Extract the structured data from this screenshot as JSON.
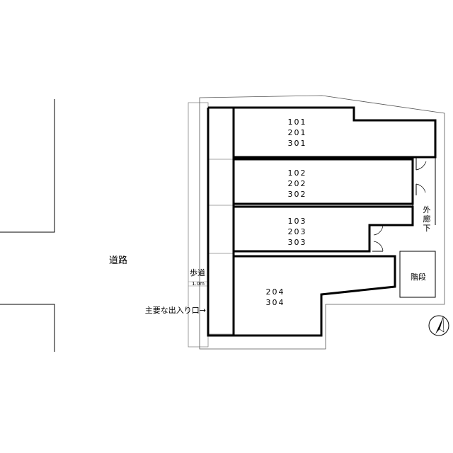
{
  "road": {
    "label": "道路"
  },
  "sidewalk": {
    "label": "歩道",
    "width": "1.0m"
  },
  "entrance": {
    "label": "主要な出入り口→"
  },
  "corridor": {
    "label_lines": [
      "外",
      "廊",
      "下"
    ]
  },
  "stairs": {
    "label": "階段"
  },
  "units": [
    {
      "rooms": [
        "101",
        "201",
        "301"
      ]
    },
    {
      "rooms": [
        "102",
        "202",
        "302"
      ]
    },
    {
      "rooms": [
        "103",
        "203",
        "303"
      ]
    },
    {
      "rooms": [
        "204",
        "304"
      ]
    }
  ],
  "north_arrow": {
    "icon": "north-arrow-icon"
  }
}
